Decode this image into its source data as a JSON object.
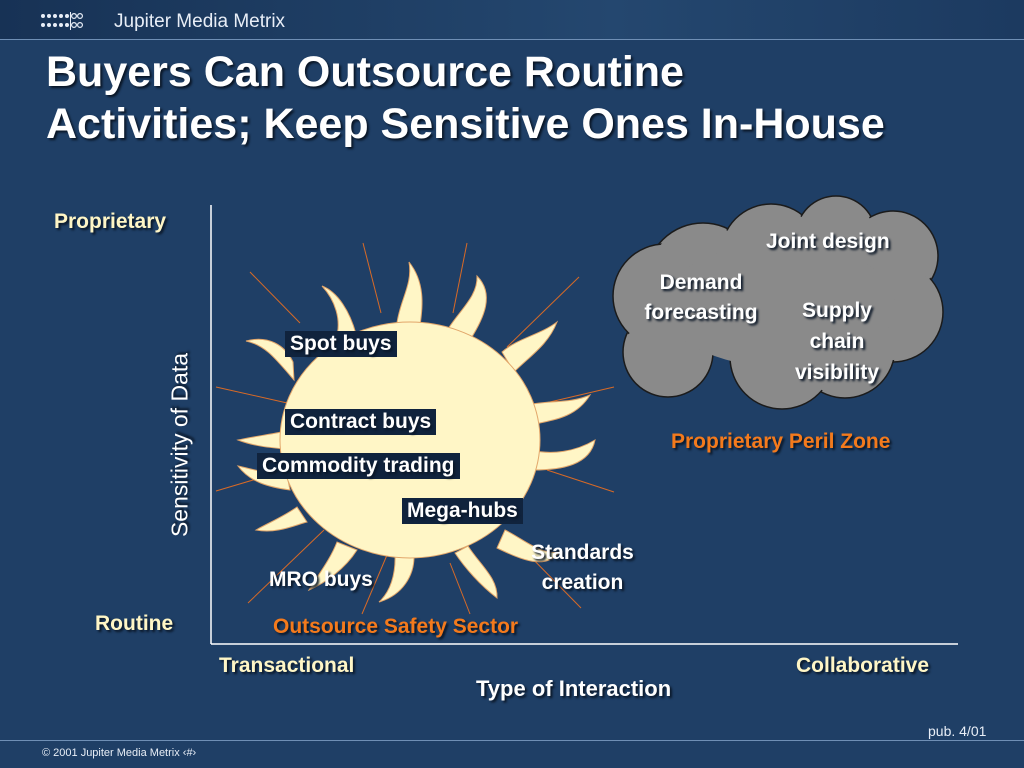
{
  "header": {
    "brand": "Jupiter Media Metrix"
  },
  "title": {
    "line1": "Buyers Can Outsource Routine",
    "line2": "Activities; Keep Sensitive Ones In-House"
  },
  "axes": {
    "y_label": "Sensitivity of Data",
    "y_top": "Proprietary",
    "y_bottom": "Routine",
    "x_label": "Type of Interaction",
    "x_left": "Transactional",
    "x_right": "Collaborative"
  },
  "sun": {
    "items": [
      "Spot buys",
      "Contract buys",
      "Commodity trading",
      "Mega-hubs",
      "MRO buys"
    ],
    "standards_line1": "Standards",
    "standards_line2": "creation",
    "zone_label": "Outsource Safety Sector"
  },
  "cloud": {
    "joint_design": "Joint design",
    "demand_line1": "Demand",
    "demand_line2": "forecasting",
    "supply_line1": "Supply",
    "supply_line2": "chain",
    "supply_line3": "visibility",
    "zone_label": "Proprietary Peril Zone"
  },
  "footer": {
    "copyright": "© 2001 Jupiter Media Metrix  ‹#›",
    "pub": "pub. 4/01"
  },
  "colors": {
    "background": "#1f3f66",
    "sun_fill": "#fff6c6",
    "cloud_fill": "#8a8a8a",
    "ray_color": "#d86a26",
    "zone_label": "#f47a1c"
  }
}
